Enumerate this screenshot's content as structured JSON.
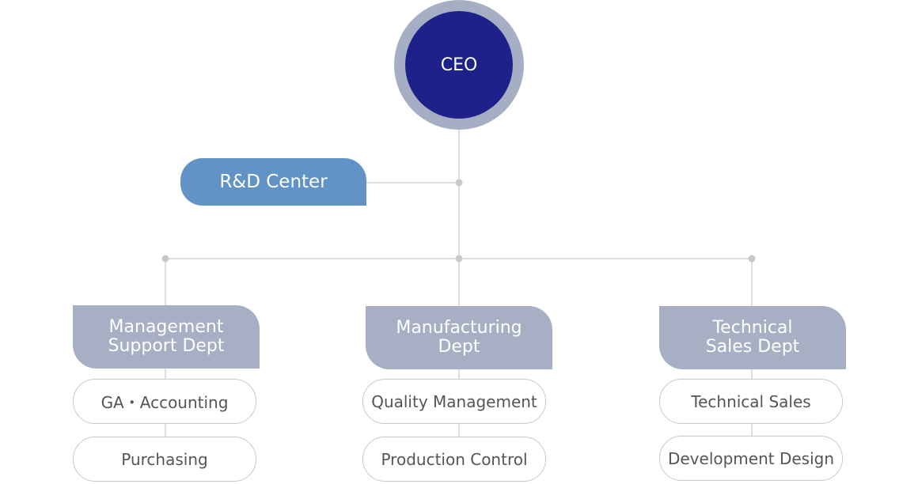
{
  "colors": {
    "ceo_ring": "#a6aec4",
    "ceo_fill": "#1e2189",
    "rd_fill": "#6293c6",
    "dept_fill": "#a7afc4",
    "line": "#d4d4d4",
    "sub_text": "#555555"
  },
  "ceo": {
    "label": "CEO"
  },
  "rd_center": {
    "label": "R&D Center"
  },
  "departments": [
    {
      "label": "Management\nSupport Dept",
      "subs": [
        "GA・Accounting",
        "Purchasing"
      ]
    },
    {
      "label": "Manufacturing\nDept",
      "subs": [
        "Quality Management",
        "Production Control"
      ]
    },
    {
      "label": "Technical\nSales Dept",
      "subs": [
        "Technical Sales",
        "Development Design"
      ]
    }
  ]
}
